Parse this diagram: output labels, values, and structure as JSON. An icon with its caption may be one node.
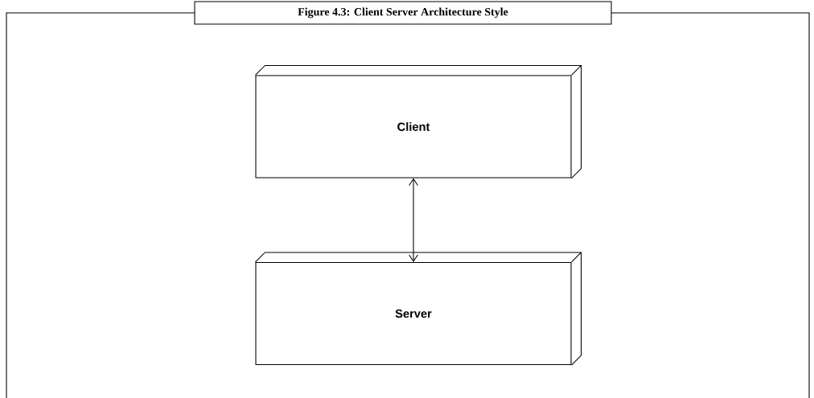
{
  "diagram": {
    "title": "Figure 4.3: Client Server Architecture Style",
    "nodes": [
      {
        "text": [
          "Client"
        ]
      },
      {
        "text": [
          "Server"
        ]
      }
    ],
    "edges": [
      {
        "from": 0,
        "to": 1,
        "arrow": "both"
      }
    ]
  }
}
